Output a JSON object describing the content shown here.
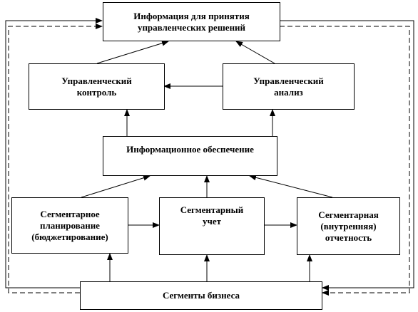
{
  "diagram": {
    "colors": {
      "line": "#000000",
      "background": "#ffffff"
    },
    "boxes": {
      "info_decisions": "Информация для принятия\nуправленческих решений",
      "mgmt_control": "Управленческий\nконтроль",
      "mgmt_analysis": "Управленческий\nанализ",
      "info_support": "Информационное обеспечение",
      "segment_planning": "Сегментарное\nпланирование\n(бюджетирование)",
      "segment_accounting": "Сегментарный\nучет",
      "segment_reporting": "Сегментарная\n(внутренняя)\nотчетность",
      "business_segments": "Сегменты бизнеса"
    }
  }
}
